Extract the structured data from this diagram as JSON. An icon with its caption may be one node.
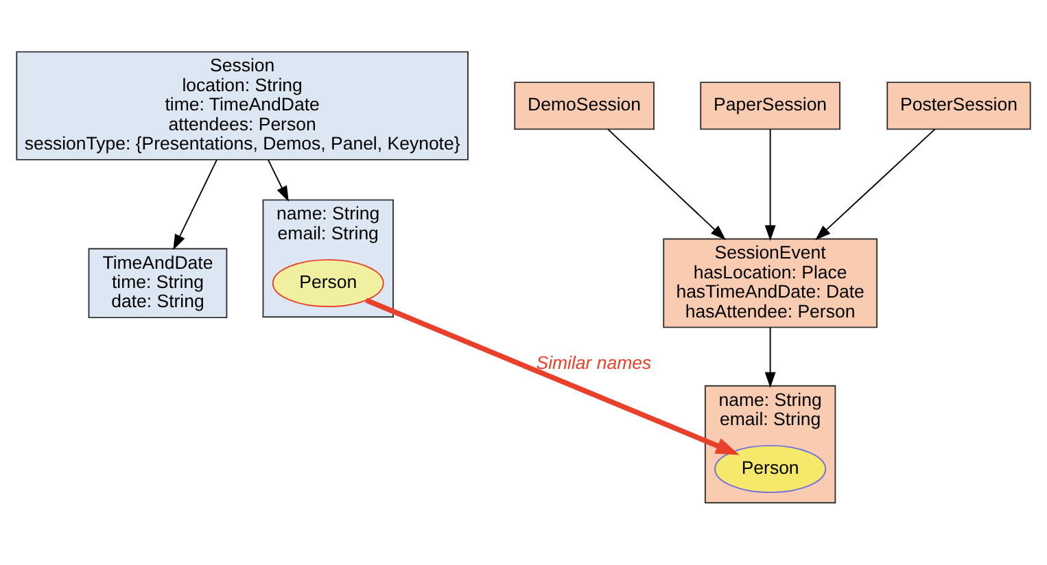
{
  "diagram": {
    "nodes": [
      {
        "text": [
          "SessionEvent",
          "hasLocation: Place",
          "hasTimeAndDate: Date",
          "hasAttendee: Person"
        ]
      },
      {
        "text": [
          "name: String",
          "email: String"
        ]
      },
      {
        "text": [
          "Person"
        ],
        "in": 1
      },
      {
        "text": [
          "DemoSession"
        ]
      },
      {
        "text": [
          "PaperSession"
        ]
      },
      {
        "text": [
          "PosterSession"
        ]
      },
      {
        "text": [
          "TimeAndDate",
          "time: String",
          "date: String"
        ]
      },
      {
        "text": [
          "Session",
          "location: String",
          "time: TimeAndDate",
          "attendees: Person",
          "sessionType: {Presentations, Demos, Panel, Keynote}"
        ]
      },
      {
        "text": [
          "name: String",
          "email: String"
        ]
      },
      {
        "text": [
          "Person"
        ],
        "in": 8
      }
    ],
    "edges": [
      {
        "from": 0,
        "to": 1,
        "arrow": "to"
      },
      {
        "from": 3,
        "to": 0,
        "arrow": "to"
      },
      {
        "from": 4,
        "to": 0,
        "arrow": "to"
      },
      {
        "from": 5,
        "to": 0,
        "arrow": "to"
      },
      {
        "from": 7,
        "to": 6,
        "arrow": "to"
      },
      {
        "from": 7,
        "to": 8,
        "arrow": "to"
      },
      {
        "from": 9,
        "to": 2,
        "arrow": "to",
        "label": "Similar names",
        "style": "thick",
        "color": "#e8402a"
      }
    ]
  }
}
